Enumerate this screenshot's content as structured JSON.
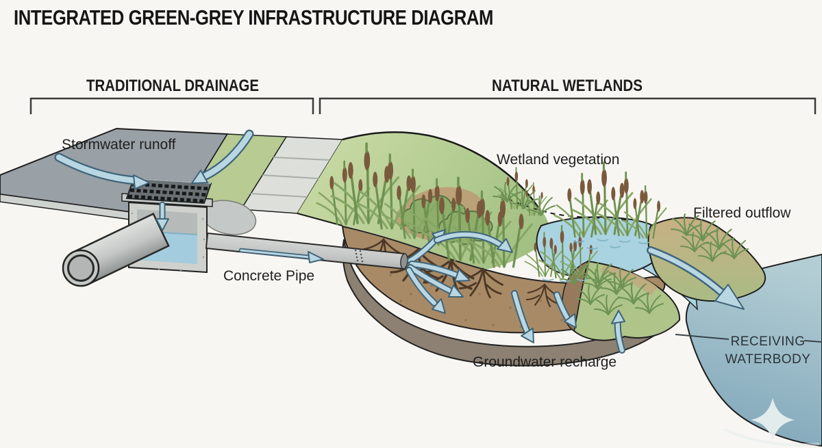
{
  "title": "INTEGRATED GREEN-GREY INFRASTRUCTURE DIAGRAM",
  "sections": {
    "left_label": "TRADITIONAL DRAINAGE",
    "right_label": "NATURAL WETLANDS"
  },
  "labels": {
    "stormwater_runoff": "Stormwater runoff",
    "concrete_pipe": "Concrete Pipe",
    "wetland_vegetation": "Wetland vegetation",
    "filtered_outflow": "Filtered outflow",
    "groundwater_recharge": "Groundwater recharge",
    "receiving_waterbody_line1": "RECEIVING",
    "receiving_waterbody_line2": "WATERBODY"
  },
  "colors": {
    "background": "#f8f6f2",
    "road": "#99a0a6",
    "road_edge": "#cfd3d0",
    "grass_verge": "#b7cb92",
    "sidewalk": "#dcdfda",
    "wetland_green_light": "#c6d8a2",
    "wetland_green_dark": "#9dbd7e",
    "soil": "#a88a66",
    "subsoil": "#8c8172",
    "tan_bank": "#bb9c74",
    "pond": "#a9d3e0",
    "waterbody_top": "#b3cdd4",
    "waterbody_deep": "#7fa6b9",
    "arrow_fill": "#b9d6e3",
    "arrow_outline": "#3f6579",
    "concrete": "#cfd1cc",
    "pipe_grey": "#c6c9c6",
    "grate_dark": "#6a7073",
    "cattail_head": "#7a5a3c",
    "outline": "#1f1f1f"
  }
}
